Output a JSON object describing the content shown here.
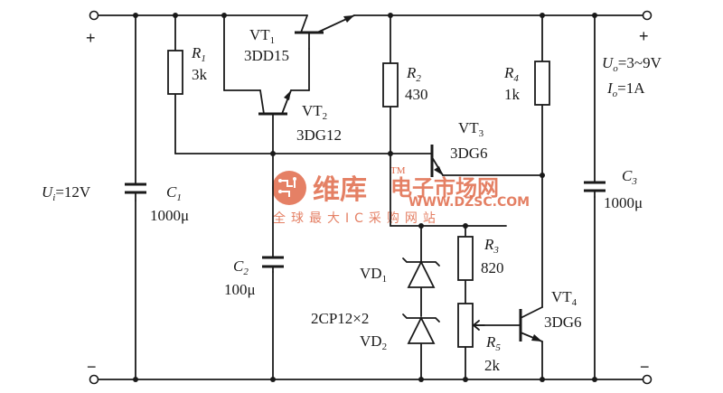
{
  "labels": {
    "vt1": "VT",
    "vt1_sub": "1",
    "vt1_type": "3DD15",
    "vt2": "VT",
    "vt2_sub": "2",
    "vt2_type": "3DG12",
    "vt3": "VT",
    "vt3_sub": "3",
    "vt3_type": "3DG6",
    "vt4": "VT",
    "vt4_sub": "4",
    "vt4_type": "3DG6",
    "r1": "R",
    "r1_sub": "1",
    "r1_val": "3k",
    "r2": "R",
    "r2_sub": "2",
    "r2_val": "430",
    "r3": "R",
    "r3_sub": "3",
    "r3_val": "820",
    "r4": "R",
    "r4_sub": "4",
    "r4_val": "1k",
    "r5": "R",
    "r5_sub": "5",
    "r5_val": "2k",
    "c1": "C",
    "c1_sub": "1",
    "c1_val": "1000μ",
    "c2": "C",
    "c2_sub": "2",
    "c2_val": "100μ",
    "c3": "C",
    "c3_sub": "3",
    "c3_val": "1000μ",
    "vd1": "VD",
    "vd1_sub": "1",
    "vd2": "VD",
    "vd2_sub": "2",
    "diode_type": "2CP12×2",
    "ui": "U",
    "ui_sub": "i",
    "ui_val": "=12V",
    "uo": "U",
    "uo_sub": "o",
    "uo_val": "=3~9V",
    "io": "I",
    "io_sub": "o",
    "io_val": "=1A",
    "plus": "+",
    "minus": "−"
  },
  "watermark": {
    "brand": "维库",
    "brand2": "电子市场网",
    "url": "WWW.DZSC.COM",
    "tagline": "全球最大IC采购网站",
    "tm": "TM"
  }
}
